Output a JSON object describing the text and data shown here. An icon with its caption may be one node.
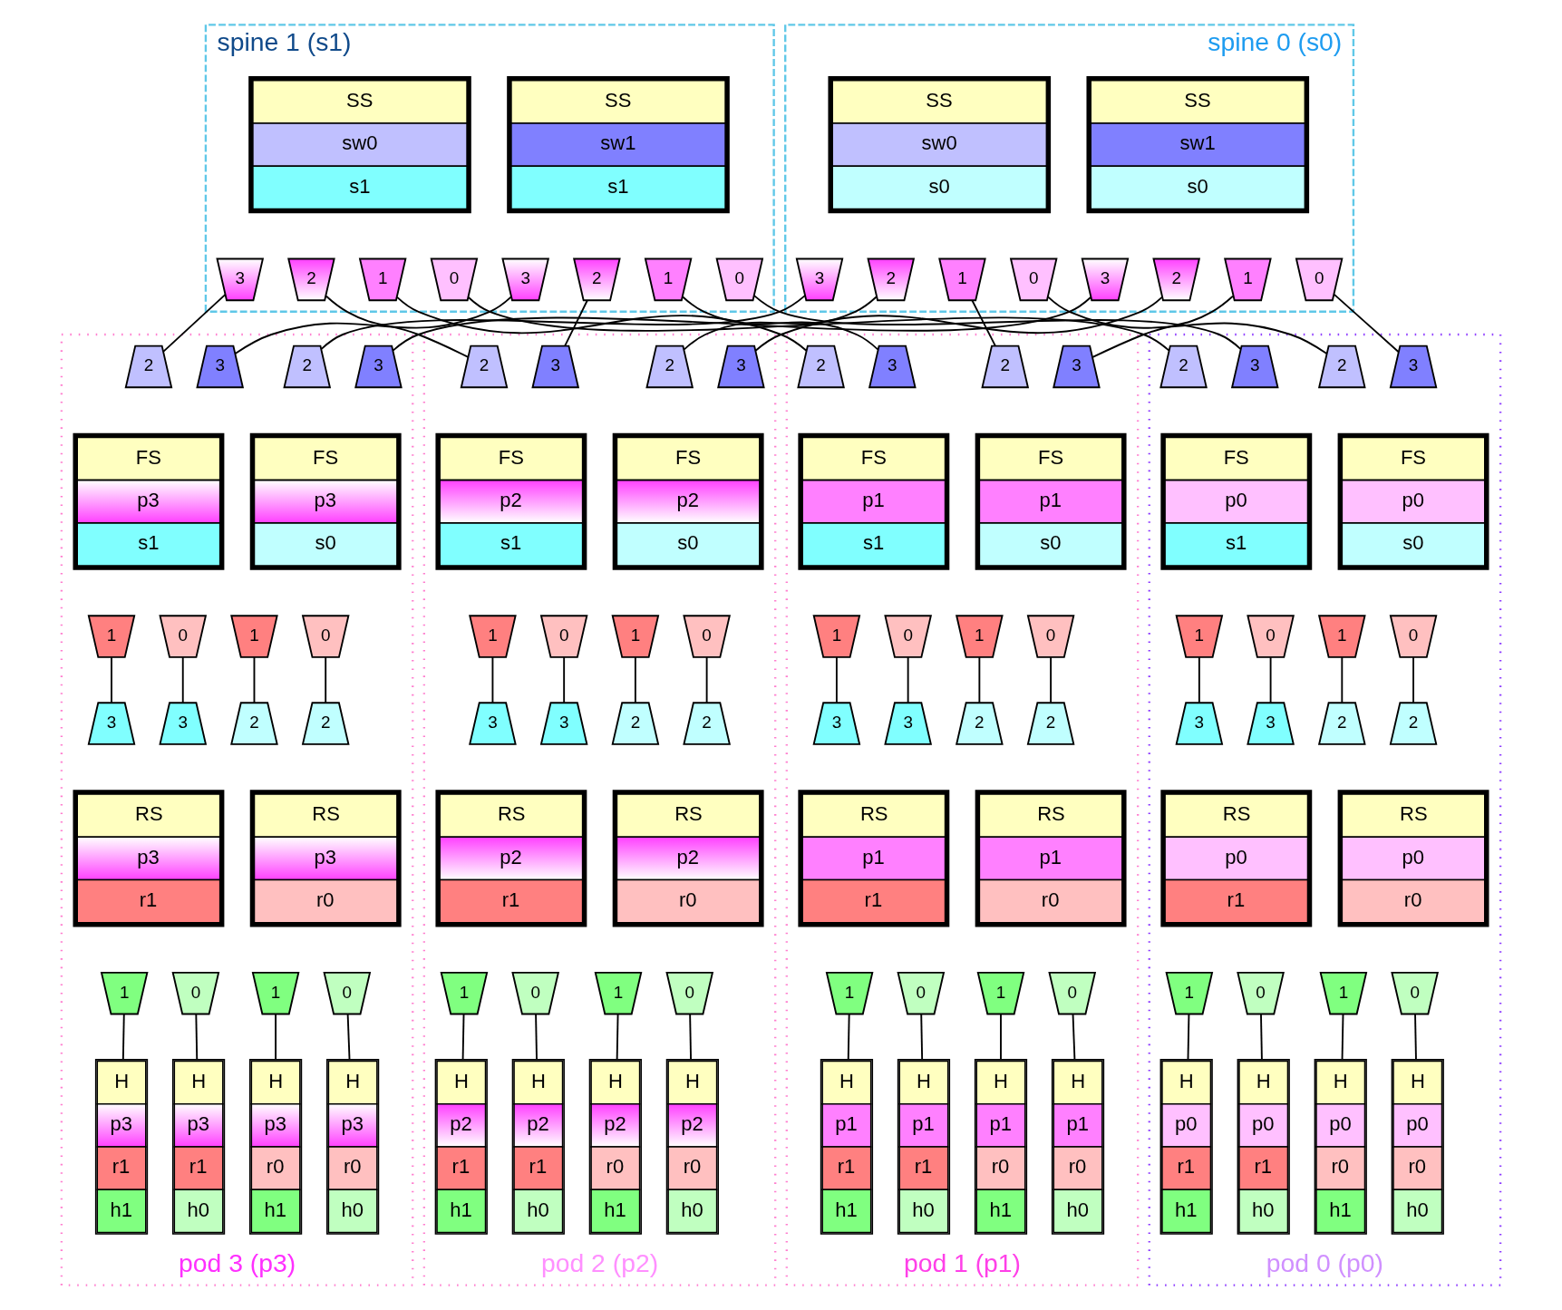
{
  "diagram": {
    "nodes": [
      {
        "text": [
          "spine 1 (s1)"
        ]
      },
      {
        "text": [
          "SS",
          "sw1",
          "s1"
        ],
        "in": 0
      },
      {
        "text": [
          "3"
        ],
        "in": 0
      },
      {
        "text": [
          "2"
        ],
        "in": 0
      },
      {
        "text": [
          "1"
        ],
        "in": 0
      },
      {
        "text": [
          "0"
        ],
        "in": 0
      },
      {
        "text": [
          "SS",
          "sw0",
          "s1"
        ],
        "in": 0
      },
      {
        "text": [
          "3"
        ],
        "in": 0
      },
      {
        "text": [
          "2"
        ],
        "in": 0
      },
      {
        "text": [
          "1"
        ],
        "in": 0
      },
      {
        "text": [
          "0"
        ],
        "in": 0
      },
      {
        "text": [
          "spine 0 (s0)"
        ]
      },
      {
        "text": [
          "SS",
          "sw1",
          "s0"
        ],
        "in": 11
      },
      {
        "text": [
          "3"
        ],
        "in": 11
      },
      {
        "text": [
          "2"
        ],
        "in": 11
      },
      {
        "text": [
          "1"
        ],
        "in": 11
      },
      {
        "text": [
          "0"
        ],
        "in": 11
      },
      {
        "text": [
          "SS",
          "sw0",
          "s0"
        ],
        "in": 11
      },
      {
        "text": [
          "3"
        ],
        "in": 11
      },
      {
        "text": [
          "2"
        ],
        "in": 11
      },
      {
        "text": [
          "1"
        ],
        "in": 11
      },
      {
        "text": [
          "0"
        ],
        "in": 11
      },
      {
        "text": [
          "pod 3 (p3)"
        ]
      },
      {
        "text": [
          "FS",
          "p3",
          "s1"
        ],
        "in": 22
      },
      {
        "text": [
          "3"
        ],
        "in": 22
      },
      {
        "text": [
          "2"
        ],
        "in": 22
      },
      {
        "text": [
          "1"
        ],
        "in": 22
      },
      {
        "text": [
          "0"
        ],
        "in": 22
      },
      {
        "text": [
          "FS",
          "p3",
          "s0"
        ],
        "in": 22
      },
      {
        "text": [
          "3"
        ],
        "in": 22
      },
      {
        "text": [
          "2"
        ],
        "in": 22
      },
      {
        "text": [
          "1"
        ],
        "in": 22
      },
      {
        "text": [
          "0"
        ],
        "in": 22
      },
      {
        "text": [
          "RS",
          "p3",
          "r1"
        ],
        "in": 22
      },
      {
        "text": [
          "3"
        ],
        "in": 22
      },
      {
        "text": [
          "2"
        ],
        "in": 22
      },
      {
        "text": [
          "1"
        ],
        "in": 22
      },
      {
        "text": [
          "0"
        ],
        "in": 22
      },
      {
        "text": [
          "RS",
          "p3",
          "r0"
        ],
        "in": 22
      },
      {
        "text": [
          "3"
        ],
        "in": 22
      },
      {
        "text": [
          "2"
        ],
        "in": 22
      },
      {
        "text": [
          "1"
        ],
        "in": 22
      },
      {
        "text": [
          "0"
        ],
        "in": 22
      },
      {
        "text": [
          "H",
          "p3",
          "r1",
          "h1"
        ],
        "in": 22
      },
      {
        "text": [
          "H",
          "p3",
          "r1",
          "h0"
        ],
        "in": 22
      },
      {
        "text": [
          "H",
          "p3",
          "r0",
          "h1"
        ],
        "in": 22
      },
      {
        "text": [
          "H",
          "p3",
          "r0",
          "h0"
        ],
        "in": 22
      },
      {
        "text": [
          "pod 2 (p2)"
        ]
      },
      {
        "text": [
          "FS",
          "p2",
          "s1"
        ],
        "in": 47
      },
      {
        "text": [
          "3"
        ],
        "in": 47
      },
      {
        "text": [
          "2"
        ],
        "in": 47
      },
      {
        "text": [
          "1"
        ],
        "in": 47
      },
      {
        "text": [
          "0"
        ],
        "in": 47
      },
      {
        "text": [
          "FS",
          "p2",
          "s0"
        ],
        "in": 47
      },
      {
        "text": [
          "3"
        ],
        "in": 47
      },
      {
        "text": [
          "2"
        ],
        "in": 47
      },
      {
        "text": [
          "1"
        ],
        "in": 47
      },
      {
        "text": [
          "0"
        ],
        "in": 47
      },
      {
        "text": [
          "RS",
          "p2",
          "r1"
        ],
        "in": 47
      },
      {
        "text": [
          "3"
        ],
        "in": 47
      },
      {
        "text": [
          "2"
        ],
        "in": 47
      },
      {
        "text": [
          "1"
        ],
        "in": 47
      },
      {
        "text": [
          "0"
        ],
        "in": 47
      },
      {
        "text": [
          "RS",
          "p2",
          "r0"
        ],
        "in": 47
      },
      {
        "text": [
          "3"
        ],
        "in": 47
      },
      {
        "text": [
          "2"
        ],
        "in": 47
      },
      {
        "text": [
          "1"
        ],
        "in": 47
      },
      {
        "text": [
          "0"
        ],
        "in": 47
      },
      {
        "text": [
          "H",
          "p2",
          "r1",
          "h1"
        ],
        "in": 47
      },
      {
        "text": [
          "H",
          "p2",
          "r1",
          "h0"
        ],
        "in": 47
      },
      {
        "text": [
          "H",
          "p2",
          "r0",
          "h1"
        ],
        "in": 47
      },
      {
        "text": [
          "H",
          "p2",
          "r0",
          "h0"
        ],
        "in": 47
      },
      {
        "text": [
          "pod 1 (p1)"
        ]
      },
      {
        "text": [
          "FS",
          "p1",
          "s1"
        ],
        "in": 72
      },
      {
        "text": [
          "3"
        ],
        "in": 72
      },
      {
        "text": [
          "2"
        ],
        "in": 72
      },
      {
        "text": [
          "1"
        ],
        "in": 72
      },
      {
        "text": [
          "0"
        ],
        "in": 72
      },
      {
        "text": [
          "FS",
          "p1",
          "s0"
        ],
        "in": 72
      },
      {
        "text": [
          "3"
        ],
        "in": 72
      },
      {
        "text": [
          "2"
        ],
        "in": 72
      },
      {
        "text": [
          "1"
        ],
        "in": 72
      },
      {
        "text": [
          "0"
        ],
        "in": 72
      },
      {
        "text": [
          "RS",
          "p1",
          "r1"
        ],
        "in": 72
      },
      {
        "text": [
          "3"
        ],
        "in": 72
      },
      {
        "text": [
          "2"
        ],
        "in": 72
      },
      {
        "text": [
          "1"
        ],
        "in": 72
      },
      {
        "text": [
          "0"
        ],
        "in": 72
      },
      {
        "text": [
          "RS",
          "p1",
          "r0"
        ],
        "in": 72
      },
      {
        "text": [
          "3"
        ],
        "in": 72
      },
      {
        "text": [
          "2"
        ],
        "in": 72
      },
      {
        "text": [
          "1"
        ],
        "in": 72
      },
      {
        "text": [
          "0"
        ],
        "in": 72
      },
      {
        "text": [
          "H",
          "p1",
          "r1",
          "h1"
        ],
        "in": 72
      },
      {
        "text": [
          "H",
          "p1",
          "r1",
          "h0"
        ],
        "in": 72
      },
      {
        "text": [
          "H",
          "p1",
          "r0",
          "h1"
        ],
        "in": 72
      },
      {
        "text": [
          "H",
          "p1",
          "r0",
          "h0"
        ],
        "in": 72
      },
      {
        "text": [
          "pod 0 (p0)"
        ]
      },
      {
        "text": [
          "FS",
          "p0",
          "s1"
        ],
        "in": 97
      },
      {
        "text": [
          "3"
        ],
        "in": 97
      },
      {
        "text": [
          "2"
        ],
        "in": 97
      },
      {
        "text": [
          "1"
        ],
        "in": 97
      },
      {
        "text": [
          "0"
        ],
        "in": 97
      },
      {
        "text": [
          "FS",
          "p0",
          "s0"
        ],
        "in": 97
      },
      {
        "text": [
          "3"
        ],
        "in": 97
      },
      {
        "text": [
          "2"
        ],
        "in": 97
      },
      {
        "text": [
          "1"
        ],
        "in": 97
      },
      {
        "text": [
          "0"
        ],
        "in": 97
      },
      {
        "text": [
          "RS",
          "p0",
          "r1"
        ],
        "in": 97
      },
      {
        "text": [
          "3"
        ],
        "in": 97
      },
      {
        "text": [
          "2"
        ],
        "in": 97
      },
      {
        "text": [
          "1"
        ],
        "in": 97
      },
      {
        "text": [
          "0"
        ],
        "in": 97
      },
      {
        "text": [
          "RS",
          "p0",
          "r0"
        ],
        "in": 97
      },
      {
        "text": [
          "3"
        ],
        "in": 97
      },
      {
        "text": [
          "2"
        ],
        "in": 97
      },
      {
        "text": [
          "1"
        ],
        "in": 97
      },
      {
        "text": [
          "0"
        ],
        "in": 97
      },
      {
        "text": [
          "H",
          "p0",
          "r1",
          "h1"
        ],
        "in": 97
      },
      {
        "text": [
          "H",
          "p0",
          "r1",
          "h0"
        ],
        "in": 97
      },
      {
        "text": [
          "H",
          "p0",
          "r0",
          "h1"
        ],
        "in": 97
      },
      {
        "text": [
          "H",
          "p0",
          "r0",
          "h0"
        ],
        "in": 97
      }
    ],
    "edges": [
      {
        "from": 2,
        "to": 24,
        "arrow": "none"
      },
      {
        "from": 3,
        "to": 49,
        "arrow": "none"
      },
      {
        "from": 4,
        "to": 74,
        "arrow": "none"
      },
      {
        "from": 5,
        "to": 99,
        "arrow": "none"
      },
      {
        "from": 7,
        "to": 25,
        "arrow": "none"
      },
      {
        "from": 8,
        "to": 50,
        "arrow": "none"
      },
      {
        "from": 9,
        "to": 75,
        "arrow": "none"
      },
      {
        "from": 10,
        "to": 100,
        "arrow": "none"
      },
      {
        "from": 13,
        "to": 29,
        "arrow": "none"
      },
      {
        "from": 14,
        "to": 54,
        "arrow": "none"
      },
      {
        "from": 15,
        "to": 79,
        "arrow": "none"
      },
      {
        "from": 16,
        "to": 104,
        "arrow": "none"
      },
      {
        "from": 18,
        "to": 30,
        "arrow": "none"
      },
      {
        "from": 19,
        "to": 55,
        "arrow": "none"
      },
      {
        "from": 20,
        "to": 80,
        "arrow": "none"
      },
      {
        "from": 21,
        "to": 105,
        "arrow": "none"
      },
      {
        "from": 26,
        "to": 34,
        "arrow": "none"
      },
      {
        "from": 27,
        "to": 39,
        "arrow": "none"
      },
      {
        "from": 31,
        "to": 35,
        "arrow": "none"
      },
      {
        "from": 32,
        "to": 40,
        "arrow": "none"
      },
      {
        "from": 36,
        "to": 43,
        "arrow": "none"
      },
      {
        "from": 37,
        "to": 44,
        "arrow": "none"
      },
      {
        "from": 41,
        "to": 45,
        "arrow": "none"
      },
      {
        "from": 42,
        "to": 46,
        "arrow": "none"
      },
      {
        "from": 51,
        "to": 59,
        "arrow": "none"
      },
      {
        "from": 52,
        "to": 64,
        "arrow": "none"
      },
      {
        "from": 56,
        "to": 60,
        "arrow": "none"
      },
      {
        "from": 57,
        "to": 65,
        "arrow": "none"
      },
      {
        "from": 61,
        "to": 68,
        "arrow": "none"
      },
      {
        "from": 62,
        "to": 69,
        "arrow": "none"
      },
      {
        "from": 66,
        "to": 70,
        "arrow": "none"
      },
      {
        "from": 67,
        "to": 71,
        "arrow": "none"
      },
      {
        "from": 76,
        "to": 84,
        "arrow": "none"
      },
      {
        "from": 77,
        "to": 89,
        "arrow": "none"
      },
      {
        "from": 81,
        "to": 85,
        "arrow": "none"
      },
      {
        "from": 82,
        "to": 90,
        "arrow": "none"
      },
      {
        "from": 86,
        "to": 93,
        "arrow": "none"
      },
      {
        "from": 87,
        "to": 94,
        "arrow": "none"
      },
      {
        "from": 91,
        "to": 95,
        "arrow": "none"
      },
      {
        "from": 92,
        "to": 96,
        "arrow": "none"
      },
      {
        "from": 101,
        "to": 109,
        "arrow": "none"
      },
      {
        "from": 102,
        "to": 114,
        "arrow": "none"
      },
      {
        "from": 106,
        "to": 110,
        "arrow": "none"
      },
      {
        "from": 107,
        "to": 115,
        "arrow": "none"
      },
      {
        "from": 111,
        "to": 118,
        "arrow": "none"
      },
      {
        "from": 112,
        "to": 119,
        "arrow": "none"
      },
      {
        "from": 116,
        "to": 120,
        "arrow": "none"
      },
      {
        "from": 117,
        "to": 121,
        "arrow": "none"
      }
    ]
  }
}
